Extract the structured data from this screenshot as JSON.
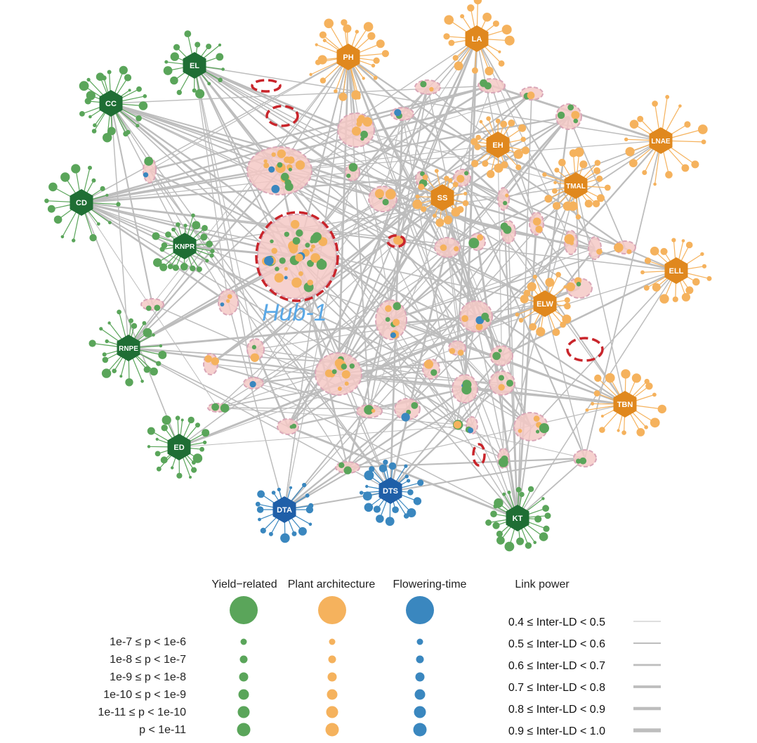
{
  "hub_label": "Hub-1",
  "colors": {
    "yield": "#5aa55a",
    "yield_hub": "#1f6e34",
    "plant": "#f5b25d",
    "plant_hub": "#e0881e",
    "flower": "#3a87bf",
    "flower_hub": "#1f5fa8",
    "edge": "#bdbdbd",
    "cluster_fill": "#f4c9c6",
    "cluster_stroke": "#d9a7b8",
    "highlight": "#c9252b"
  },
  "traits": {
    "yield": [
      "EL",
      "CC",
      "CD",
      "KNPR",
      "RNPE",
      "ED",
      "KT"
    ],
    "plant": [
      "PH",
      "LA",
      "EH",
      "LNAE",
      "TMAL",
      "SS",
      "ELL",
      "ELW",
      "TBN"
    ],
    "flower": [
      "DTA",
      "DTS"
    ]
  },
  "legend": {
    "categories": [
      "Yield−related",
      "Plant architecture",
      "Flowering-time"
    ],
    "size_labels": [
      "1e-7 ≤ p < 1e-6",
      "1e-8 ≤ p < 1e-7",
      "1e-9 ≤ p < 1e-8",
      "1e-10 ≤ p < 1e-9",
      "1e-11 ≤ p < 1e-10",
      "p < 1e-11"
    ],
    "link_title": "Link power",
    "link_labels": [
      "0.4 ≤ Inter-LD < 0.5",
      "0.5 ≤ Inter-LD < 0.6",
      "0.6 ≤ Inter-LD < 0.7",
      "0.7 ≤ Inter-LD < 0.8",
      "0.8 ≤ Inter-LD < 0.9",
      "0.9 ≤ Inter-LD < 1.0"
    ]
  }
}
